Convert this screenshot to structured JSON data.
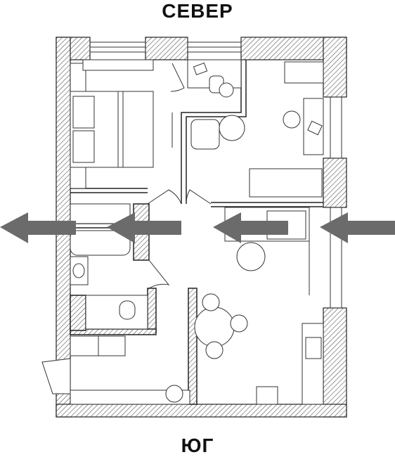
{
  "compass": {
    "north": "СЕВЕР",
    "south": "ЮГ"
  },
  "colors": {
    "wall_hatch": "#555555",
    "arrow": "#6b6b6b",
    "line": "#222222",
    "background": "#ffffff"
  },
  "arrows": {
    "direction": "west",
    "count": 4
  }
}
